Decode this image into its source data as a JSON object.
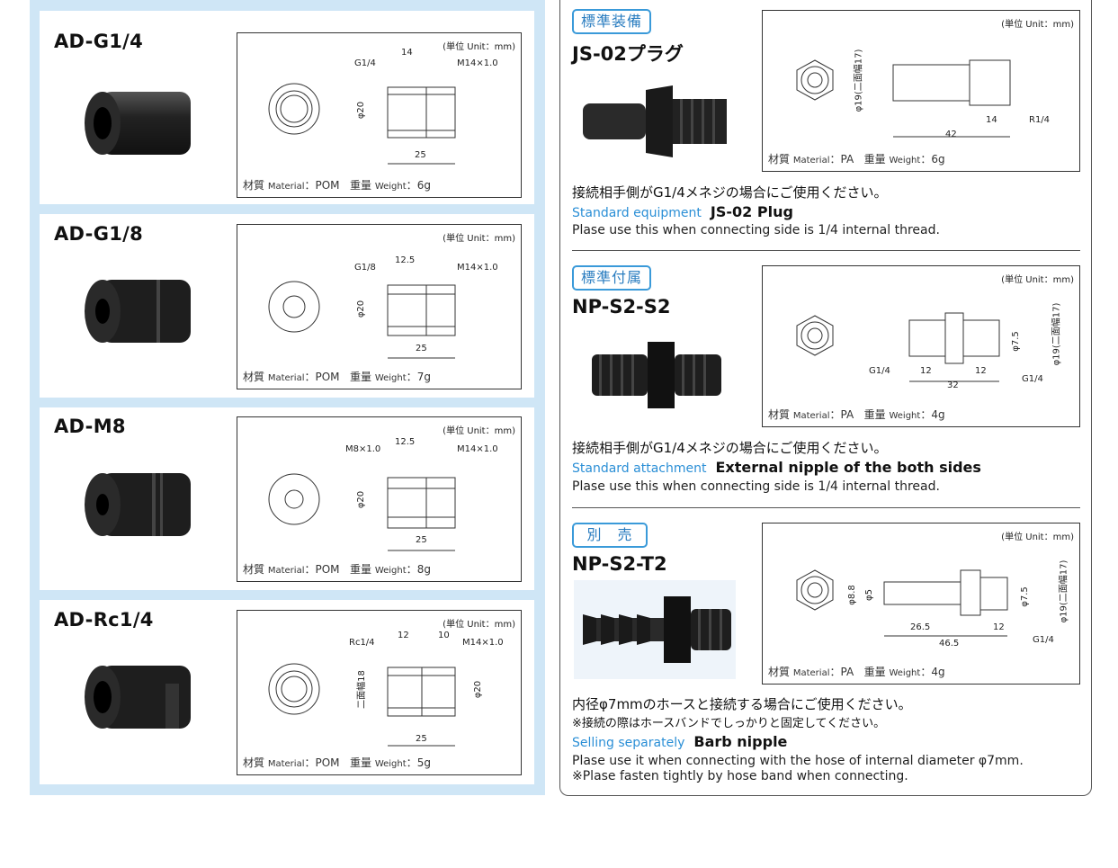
{
  "left_cards": [
    {
      "title": "AD-G1/4",
      "unit": "(単位 Unit：mm)",
      "thread_a": "G1/4",
      "len_a": "14",
      "thread_b": "M14×1.0",
      "dia": "φ20",
      "length": "25",
      "material_jp": "材質",
      "material_label": "Material",
      "material": "POM",
      "weight_jp": "重量",
      "weight_label": "Weight",
      "weight": "6g"
    },
    {
      "title": "AD-G1/8",
      "unit": "(単位 Unit：mm)",
      "thread_a": "G1/8",
      "len_a": "12.5",
      "thread_b": "M14×1.0",
      "dia": "φ20",
      "length": "25",
      "material_jp": "材質",
      "material_label": "Material",
      "material": "POM",
      "weight_jp": "重量",
      "weight_label": "Weight",
      "weight": "7g"
    },
    {
      "title": "AD-M8",
      "unit": "(単位 Unit：mm)",
      "thread_a": "M8×1.0",
      "len_a": "12.5",
      "thread_b": "M14×1.0",
      "dia": "φ20",
      "length": "25",
      "material_jp": "材質",
      "material_label": "Material",
      "material": "POM",
      "weight_jp": "重量",
      "weight_label": "Weight",
      "weight": "8g"
    },
    {
      "title": "AD-Rc1/4",
      "unit": "(単位 Unit：mm)",
      "thread_a": "Rc1/4",
      "len_a": "12",
      "len_b": "10",
      "thread_b": "M14×1.0",
      "dia": "φ20",
      "side_label": "二面幅18",
      "length": "25",
      "material_jp": "材質",
      "material_label": "Material",
      "material": "POM",
      "weight_jp": "重量",
      "weight_label": "Weight",
      "weight": "5g"
    }
  ],
  "right_items": [
    {
      "badge": "標準装備",
      "title": "JS-02プラグ",
      "unit": "(単位 Unit：mm)",
      "dims": [
        "φ19(二面幅17)",
        "14",
        "R1/4",
        "42"
      ],
      "material_jp": "材質",
      "material_label": "Material",
      "material": "PA",
      "weight_jp": "重量",
      "weight_label": "Weight",
      "weight": "6g",
      "note_jp": "接続相手側がG1/4メネジの場合にご使用ください。",
      "en_category": "Standard equipment",
      "en_name": "JS-02 Plug",
      "en_desc": "Plase use this when connecting side is 1/4 internal thread."
    },
    {
      "badge": "標準付属",
      "title": "NP-S2-S2",
      "unit": "(単位 Unit：mm)",
      "dims": [
        "φ19(二面幅17)",
        "φ7.5",
        "G1/4",
        "12",
        "12",
        "G1/4",
        "32"
      ],
      "material_jp": "材質",
      "material_label": "Material",
      "material": "PA",
      "weight_jp": "重量",
      "weight_label": "Weight",
      "weight": "4g",
      "note_jp": "接続相手側がG1/4メネジの場合にご使用ください。",
      "en_category": "Standard attachment",
      "en_name": "External nipple of the both sides",
      "en_desc": "Plase use this when connecting side is 1/4 internal thread."
    },
    {
      "badge": "別　売",
      "title": "NP-S2-T2",
      "unit": "(単位 Unit：mm)",
      "dims": [
        "φ8.8",
        "φ5",
        "φ7.5",
        "φ19(二面幅17)",
        "26.5",
        "12",
        "46.5",
        "G1/4"
      ],
      "material_jp": "材質",
      "material_label": "Material",
      "material": "PA",
      "weight_jp": "重量",
      "weight_label": "Weight",
      "weight": "4g",
      "note_jp": "内径φ7mmのホースと接続する場合にご使用ください。",
      "note_jp2": "※接続の際はホースバンドでしっかりと固定してください。",
      "en_category": "Selling separately",
      "en_name": "Barb nipple",
      "en_desc": "Plase use it when connecting with the hose of internal diameter φ7mm.",
      "en_desc2": "※Plase fasten tightly by hose band when connecting."
    }
  ],
  "colors": {
    "panel_bg": "#cfe6f6",
    "badge_blue": "#3a9ad9",
    "accent_blue": "#2b8fd6"
  }
}
